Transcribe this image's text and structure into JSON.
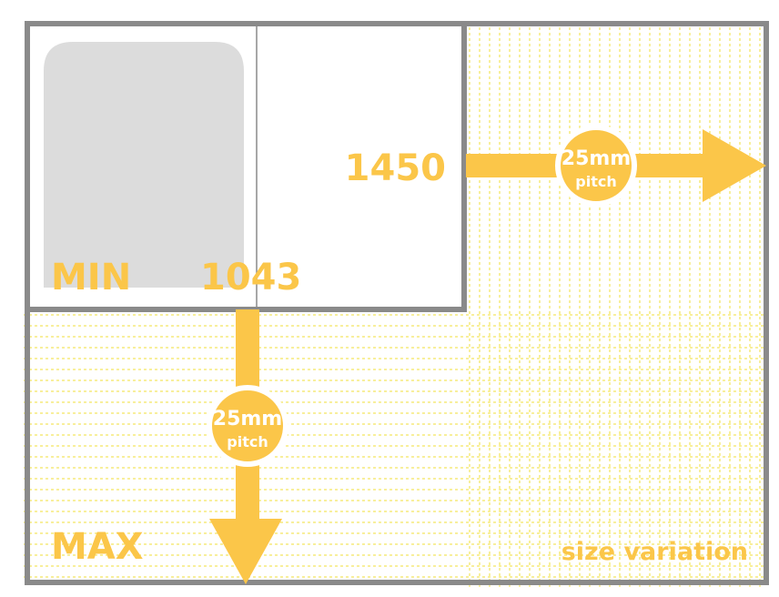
{
  "labels": {
    "min": "MIN",
    "max": "MAX",
    "width_value": "1450",
    "height_value": "1043",
    "size_variation": "size variation"
  },
  "pitch_badges": {
    "horizontal": {
      "size": "25mm",
      "unit": "pitch"
    },
    "vertical": {
      "size": "25mm",
      "unit": "pitch"
    }
  },
  "colors": {
    "accent": "#FBC649",
    "frame": "#8A8A8A",
    "grid_line": "#F2DF3A",
    "bathtub": "#DCDCDC",
    "background": "#FFFFFF"
  },
  "icons": {
    "bathtub": "bathtub-icon",
    "arrow_right": "arrow-right-icon",
    "arrow_down": "arrow-down-icon"
  }
}
